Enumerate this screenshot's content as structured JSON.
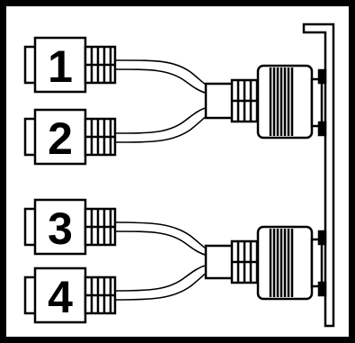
{
  "ports": [
    {
      "label": "1"
    },
    {
      "label": "2"
    },
    {
      "label": "3"
    },
    {
      "label": "4"
    }
  ],
  "colors": {
    "line": "#000000",
    "background": "#ffffff"
  }
}
